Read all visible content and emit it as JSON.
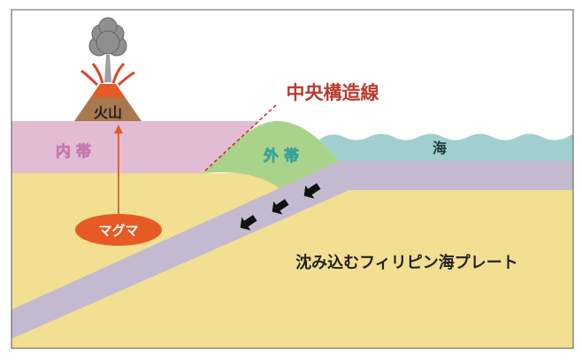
{
  "labels": {
    "volcano": "火山",
    "median_tectonic_line": "中央構造線",
    "inner_zone": "内 帯",
    "outer_zone": "外 帯",
    "sea": "海",
    "magma": "マグマ",
    "subducting_plate": "沈み込むフィリピン海プレート"
  },
  "colors": {
    "inner_zone": "#e2bcd3",
    "outer_zone": "#a9d38a",
    "sea": "#9fd0cf",
    "plate": "#c3bad0",
    "mantle": "#f2df92",
    "magma": "#e85a23",
    "volcano": "#a8784f",
    "fault_line": "#c0392b",
    "smoke": "#8f8f8f"
  }
}
